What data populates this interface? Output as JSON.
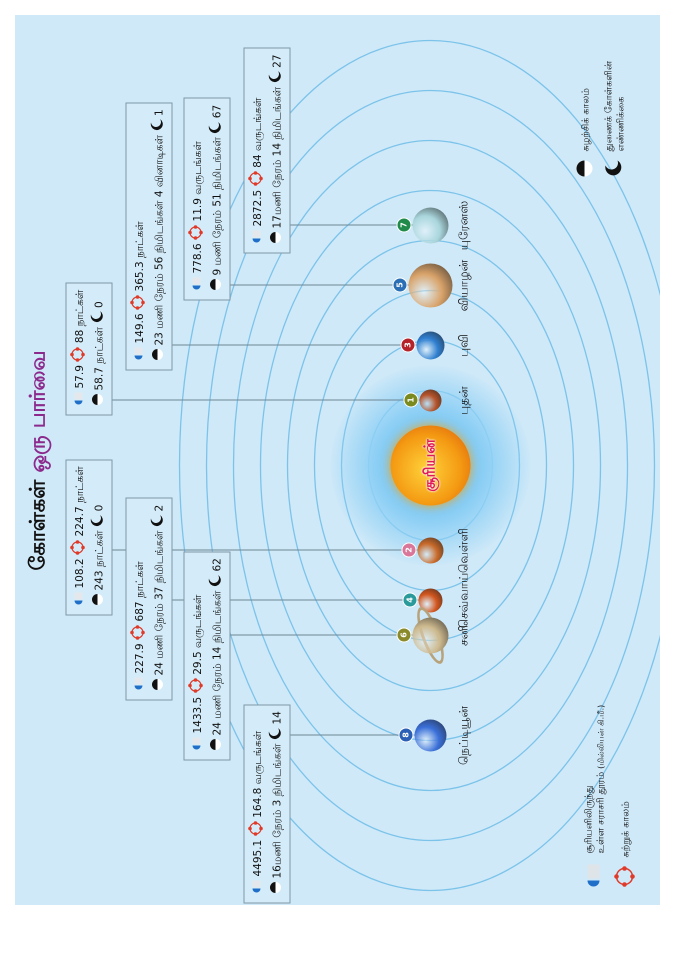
{
  "title": {
    "part1": "கோள்கள்",
    "part2": "ஒரு பார்வை"
  },
  "sun_label": "சூரியன்",
  "colors": {
    "background": "#cfe9f8",
    "title_accent": "#8b2a8c",
    "sun_label": "#e0185a",
    "orbit_icon": "#e03a2a"
  },
  "planets": [
    {
      "id": "mercury",
      "name": "புதன்",
      "number": "1",
      "distance": "57.9",
      "period": "88 நாட்கள்",
      "rotation": "58.7 நாட்கள்",
      "moons": "0",
      "badge_color": "#7a8a1e",
      "color": "#b5532a"
    },
    {
      "id": "venus",
      "name": "வெள்ளி",
      "number": "2",
      "distance": "108.2",
      "period": "224.7 நாட்கள்",
      "rotation": "243 நாட்கள்",
      "moons": "0",
      "badge_color": "#d9779a",
      "color": "#c86a2a"
    },
    {
      "id": "earth",
      "name": "புவி",
      "number": "3",
      "distance": "149.6",
      "period": "365.3 நாட்கள்",
      "rotation": "23 மணி நேரம் 56 நிமிடங்கள் 4 வினாடிகள்",
      "moons": "1",
      "badge_color": "#b5232a",
      "color": "#2f7fd0"
    },
    {
      "id": "mars",
      "name": "செவ்வாய்",
      "number": "4",
      "distance": "227.9",
      "period": "687 நாட்கள்",
      "rotation": "24 மணி நேரம் 37 நிமிடங்கள்",
      "moons": "2",
      "badge_color": "#2a9a9a",
      "color": "#d2561e"
    },
    {
      "id": "jupiter",
      "name": "வியாழன்",
      "number": "5",
      "distance": "778.6",
      "period": "11.9 வருடங்கள்",
      "rotation": "9 மணி நேரம் 51 நிமிடங்கள்",
      "moons": "67",
      "badge_color": "#2a6fb5",
      "color": "#d9a36a"
    },
    {
      "id": "saturn",
      "name": "சனி",
      "number": "6",
      "distance": "1433.5",
      "period": "29.5 வருடங்கள்",
      "rotation": "24 மணி நேரம் 14 நிமிடங்கள்",
      "moons": "62",
      "badge_color": "#8a8a2a",
      "color": "#cdb98e"
    },
    {
      "id": "uranus",
      "name": "யுரேனஸ்",
      "number": "7",
      "distance": "2872.5",
      "period": "84 வருடங்கள்",
      "rotation": "17மணி நேரம் 14 நிமிடங்கள்",
      "moons": "27",
      "badge_color": "#1f8a4a",
      "color": "#a9d6dc"
    },
    {
      "id": "neptune",
      "name": "நெப்டியூன்",
      "number": "8",
      "distance": "4495.1",
      "period": "164.8 வருடங்கள்",
      "rotation": "16மணி நேரம் 3 நிமிடங்கள்",
      "moons": "14",
      "badge_color": "#2a5fb5",
      "color": "#3a6fd8"
    }
  ],
  "legend": {
    "distance_line1": "சூரியனிலிருந்து",
    "distance_line2": "உள்ள சராசரி தூரம்",
    "distance_unit": "(மில்லியன் கி.மீ.)",
    "period": "சுற்றுக் காலம்",
    "rotation": "சுழற்சிக் காலம்",
    "moons_line1": "துணைக் கோள்களின்",
    "moons_line2": "எண்ணிக்கை"
  }
}
